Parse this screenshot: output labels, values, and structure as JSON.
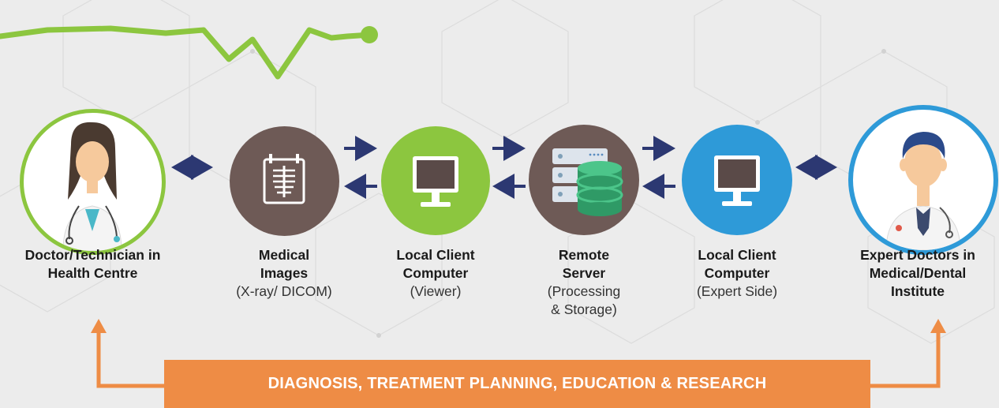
{
  "nodes": [
    {
      "id": "doctor",
      "title_lines": [
        "Doctor/Technician in",
        "Health Centre"
      ],
      "sub_lines": [],
      "icon": "female-doctor-icon",
      "fill": "#ffffff",
      "ring": "#8cc63f"
    },
    {
      "id": "images",
      "title_lines": [
        "Medical",
        "Images"
      ],
      "sub_lines": [
        "(X-ray/ DICOM)"
      ],
      "icon": "xray-icon",
      "fill": "#6e5a56",
      "ring": ""
    },
    {
      "id": "client_viewer",
      "title_lines": [
        "Local Client",
        "Computer"
      ],
      "sub_lines": [
        "(Viewer)"
      ],
      "icon": "monitor-icon",
      "fill": "#8cc63f",
      "ring": ""
    },
    {
      "id": "server",
      "title_lines": [
        "Remote",
        "Server"
      ],
      "sub_lines": [
        "(Processing",
        "& Storage)"
      ],
      "icon": "server-database-icon",
      "fill": "#6e5a56",
      "ring": ""
    },
    {
      "id": "client_expert",
      "title_lines": [
        "Local Client",
        "Computer"
      ],
      "sub_lines": [
        "(Expert Side)"
      ],
      "icon": "monitor-icon",
      "fill": "#2e9ad8",
      "ring": ""
    },
    {
      "id": "expert",
      "title_lines": [
        "Expert Doctors in",
        "Medical/Dental",
        "Institute"
      ],
      "sub_lines": [],
      "icon": "male-doctor-icon",
      "fill": "#ffffff",
      "ring": "#2e9ad8"
    }
  ],
  "banner": {
    "text": "DIAGNOSIS, TREATMENT PLANNING, EDUCATION & RESEARCH",
    "color": "#ee8c45"
  },
  "colors": {
    "arrow": "#2c3872",
    "pulse": "#8cc63f",
    "background": "#ececec"
  }
}
